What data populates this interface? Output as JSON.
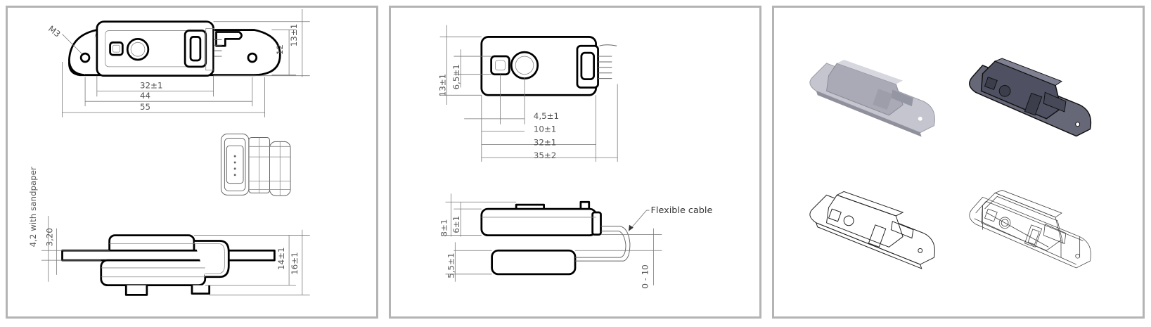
{
  "panel1": {
    "labels": {
      "thread": "M3",
      "d_32": "32±1",
      "d_44": "44",
      "d_55": "55",
      "d_12": "12",
      "d_13": "13±1",
      "d_sand": "4,2 with sandpaper",
      "d_320": "3,20",
      "d_14": "14±1",
      "d_16": "16±1"
    }
  },
  "panel2": {
    "labels": {
      "d_13": "13±1",
      "d_65": "6,5±1",
      "d_45": "4,5±1",
      "d_10": "10±1",
      "d_32": "32±1",
      "d_35": "35±2",
      "d_8": "8±1",
      "d_6": "6±1",
      "d_55": "5,5±1",
      "d_010": "0 - 10",
      "callout": "Flexible cable"
    }
  },
  "panel3": {
    "views": [
      "shaded",
      "shaded-edges",
      "hidden-lines-removed",
      "wireframe"
    ]
  },
  "colors": {
    "frame": "#b4b4b4",
    "shade_light": "#b8b9c3",
    "shade_dark": "#5a5c6a"
  }
}
